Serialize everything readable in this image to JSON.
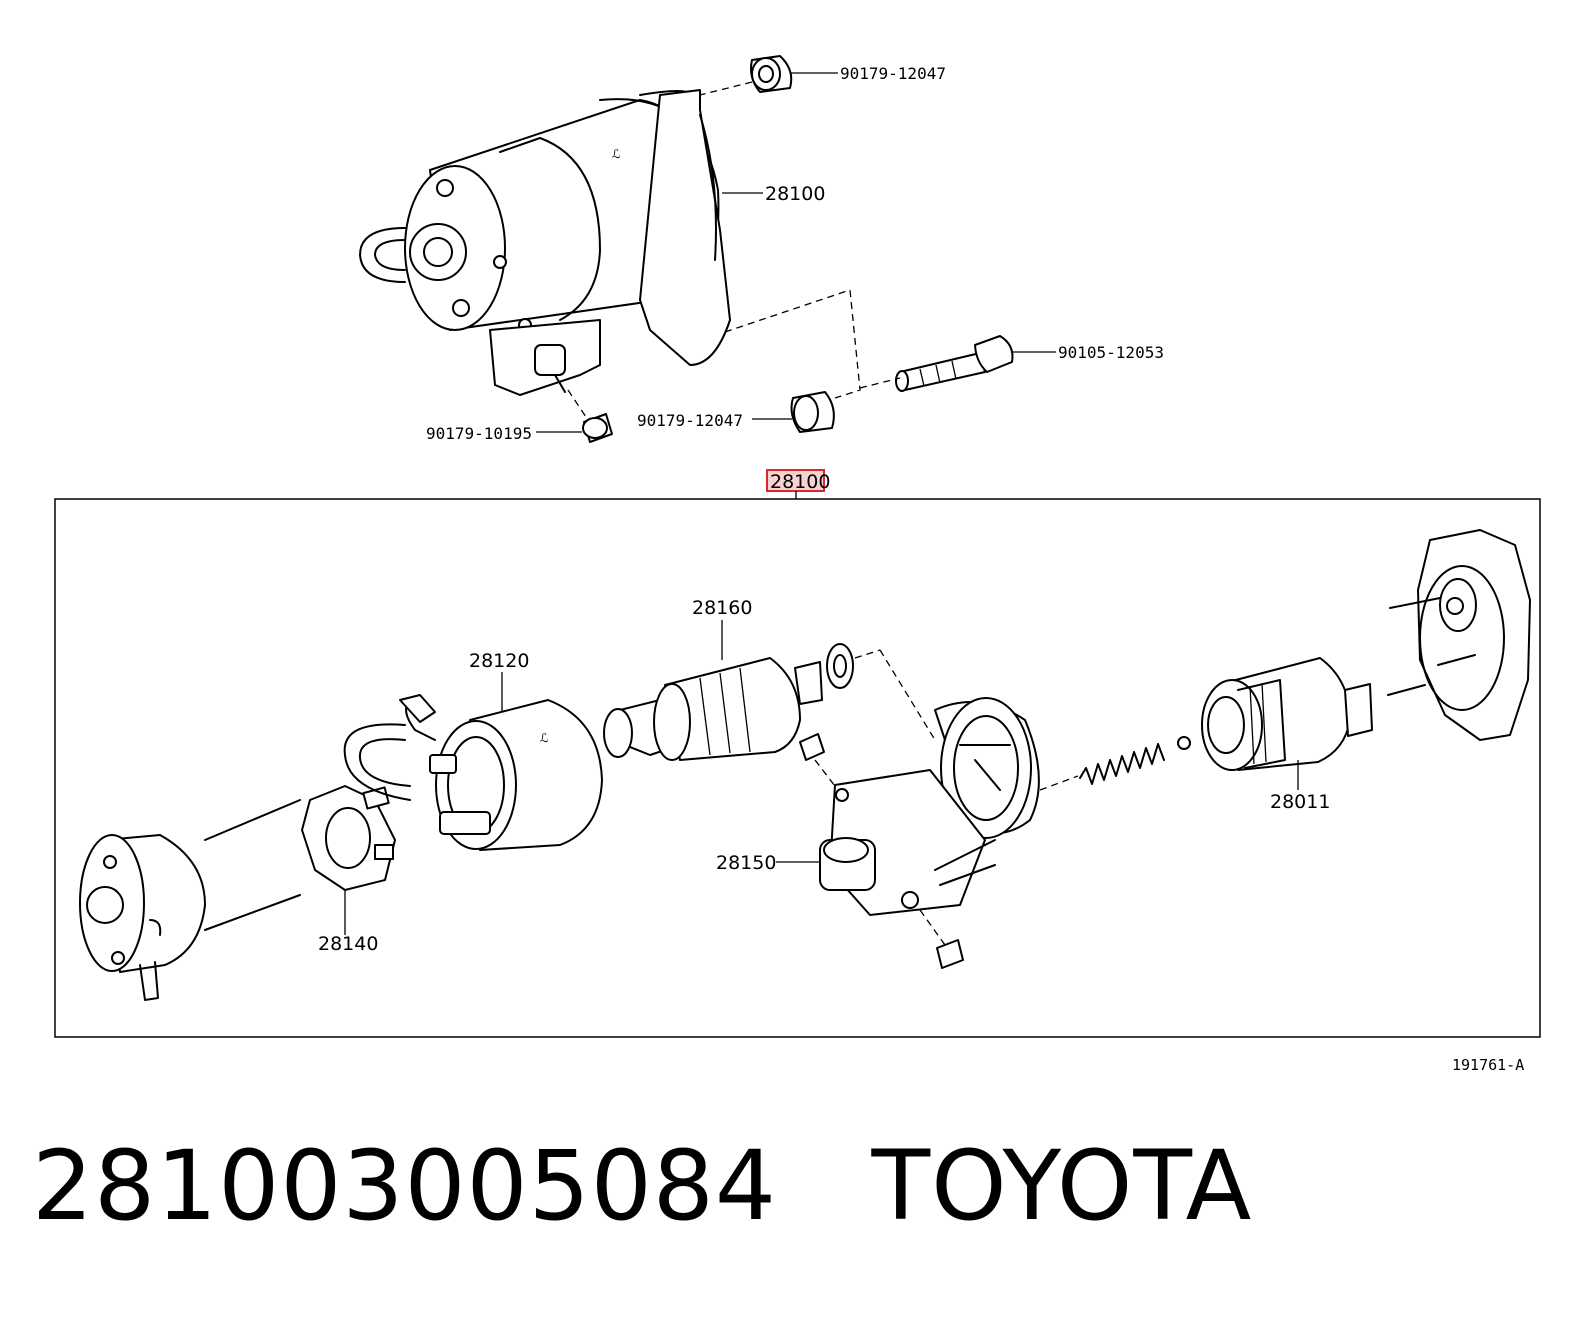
{
  "parts": {
    "p_90179_12047_top": "90179-12047",
    "p_28100_top": "28100",
    "p_90105_12053": "90105-12053",
    "p_90179_12047_bottom": "90179-12047",
    "p_90179_10195": "90179-10195",
    "p_28100_highlight": "28100",
    "p_28160": "28160",
    "p_28120": "28120",
    "p_28011": "28011",
    "p_28150": "28150",
    "p_28140": "28140"
  },
  "reference_code": "191761-A",
  "caption": {
    "part_number": "281003005084",
    "brand": "TOYOTA"
  },
  "colors": {
    "highlight_border": "#d9272e",
    "highlight_fill": "#f7d2d3",
    "ink": "#000000"
  }
}
